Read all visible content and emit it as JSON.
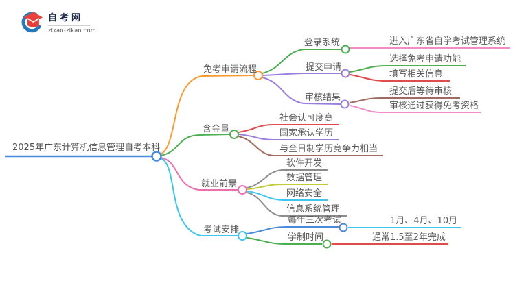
{
  "logo": {
    "title": "自考网",
    "domain": "zikao-zikao.com"
  },
  "root": {
    "label": "2025年广东计算机信息管理自考本科"
  },
  "branches": [
    {
      "label": "免考申请流程",
      "color": "#fb9a32",
      "children": [
        {
          "label": "登录系统",
          "line_color": "#4caf50",
          "children": [
            {
              "label": "进入广东省自学考试管理系统",
              "line_color": "#f08cc8"
            }
          ]
        },
        {
          "label": "提交申请",
          "line_color": "#9b7ed9",
          "children": [
            {
              "label": "选择免考申请功能",
              "line_color": "#4caf50"
            },
            {
              "label": "填写相关信息",
              "line_color": "#e14b4b"
            }
          ]
        },
        {
          "label": "审核结果",
          "line_color": "#9b7ed9",
          "children": [
            {
              "label": "提交后等待审核",
              "line_color": "#9e6b5e"
            },
            {
              "label": "审核通过获得免考资格",
              "line_color": "#f08cc8"
            }
          ]
        }
      ]
    },
    {
      "label": "含金量",
      "color": "#4caf50",
      "children": [
        {
          "label": "社会认可度高",
          "line_color": "#e14b4b"
        },
        {
          "label": "国家承认学历",
          "line_color": "#9b7ed9"
        },
        {
          "label": "与全日制学历竞争力相当",
          "line_color": "#9e6b5e"
        }
      ]
    },
    {
      "label": "就业前景",
      "color": "#ed6fb0",
      "children": [
        {
          "label": "软件开发",
          "line_color": "#8c8c8c"
        },
        {
          "label": "数据管理",
          "line_color": "#c2ca38"
        },
        {
          "label": "网络安全",
          "line_color": "#3cc6f0"
        },
        {
          "label": "信息系统管理",
          "line_color": "#8c8c8c"
        }
      ]
    },
    {
      "label": "考试安排",
      "color": "#3cc6f0",
      "children": [
        {
          "label": "每年三次考试",
          "line_color": "#4a89dc",
          "children": [
            {
              "label": "1月、4月、10月",
              "line_color": "#3cc6f0"
            }
          ]
        },
        {
          "label": "学制时间",
          "line_color": "#4caf50",
          "children": [
            {
              "label": "通常1.5至2年完成",
              "line_color": "#e14b4b"
            }
          ]
        }
      ]
    },
    {
      "label": "",
      "color": ""
    }
  ],
  "colors": {
    "blue": "#4a89dc",
    "orange": "#fb9a32",
    "green": "#4caf50",
    "pink": "#ed6fb0",
    "cyan": "#3cc6f0",
    "purple": "#9b7ed9",
    "red": "#e14b4b",
    "brown": "#9e6b5e",
    "pink_light": "#f08cc8",
    "olive": "#c2ca38",
    "gray": "#8c8c8c",
    "brand_navy": "#1c2b4a",
    "brand_red": "#e8403a",
    "brand_blue": "#2779bd"
  }
}
